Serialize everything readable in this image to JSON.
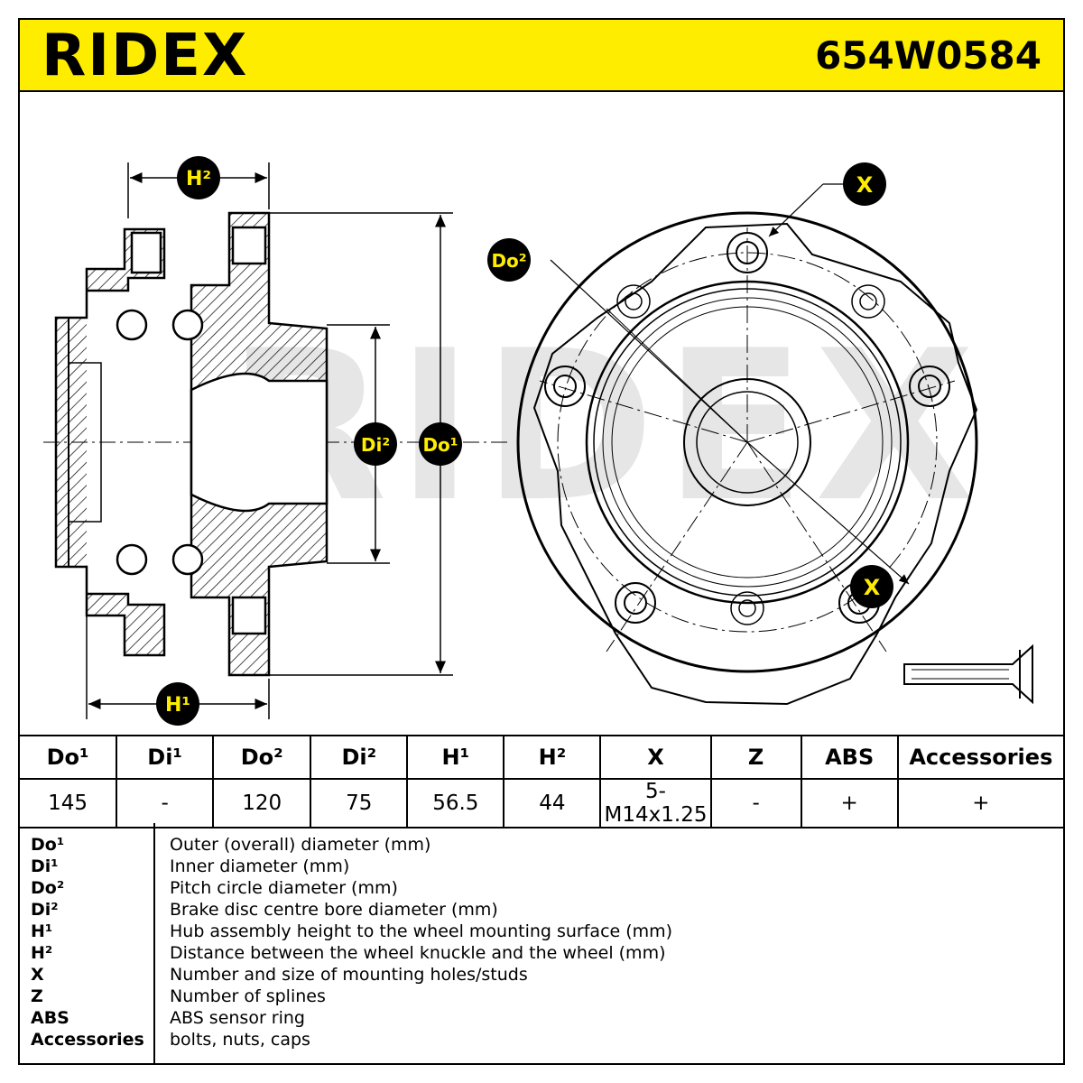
{
  "header": {
    "brand": "RIDEX",
    "part_number": "654W0584",
    "accent_color": "#ffed00"
  },
  "drawing": {
    "labels": {
      "h2": "H²",
      "h1": "H¹",
      "di2": "Di²",
      "do1": "Do¹",
      "do2": "Do²",
      "x": "X"
    },
    "watermark": "RIDEX"
  },
  "spec_table": {
    "headers": [
      "Do¹",
      "Di¹",
      "Do²",
      "Di²",
      "H¹",
      "H²",
      "X",
      "Z",
      "ABS",
      "Accessories"
    ],
    "values": [
      "145",
      "-",
      "120",
      "75",
      "56.5",
      "44",
      "5-M14x1.25",
      "-",
      "+",
      "+"
    ]
  },
  "legend": [
    {
      "key": "Do¹",
      "desc": "Outer (overall) diameter (mm)"
    },
    {
      "key": "Di¹",
      "desc": "Inner diameter (mm)"
    },
    {
      "key": "Do²",
      "desc": "Pitch circle diameter (mm)"
    },
    {
      "key": "Di²",
      "desc": "Brake disc centre bore diameter (mm)"
    },
    {
      "key": "H¹",
      "desc": "Hub assembly height to the wheel mounting surface (mm)"
    },
    {
      "key": "H²",
      "desc": "Distance between the wheel knuckle and the wheel (mm)"
    },
    {
      "key": "X",
      "desc": "Number and size of mounting holes/studs"
    },
    {
      "key": "Z",
      "desc": "Number of splines"
    },
    {
      "key": "ABS",
      "desc": "ABS sensor ring"
    },
    {
      "key": "Accessories",
      "desc": "bolts, nuts, caps"
    }
  ]
}
